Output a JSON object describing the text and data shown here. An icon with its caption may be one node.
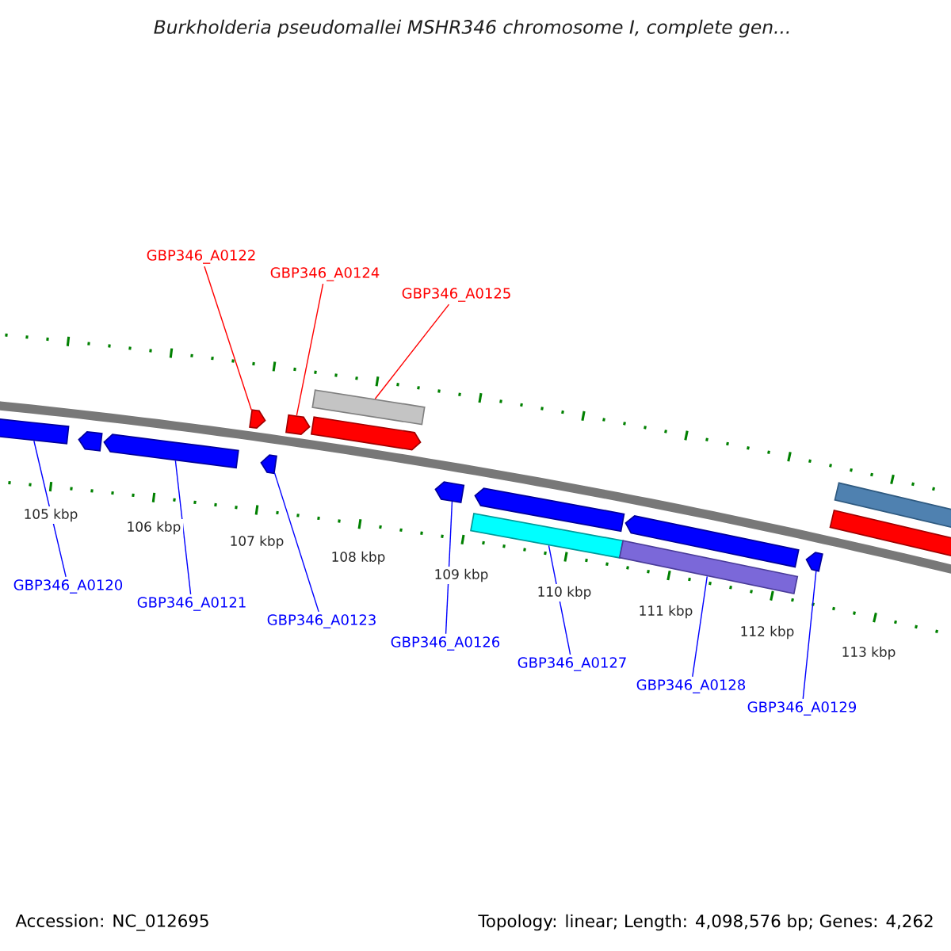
{
  "diagram": {
    "title": "*Burkholderia pseudomallei* MSHR346 chromosome I, complete gen...",
    "nodes": [
      {
        "text": [
          "GBP346_A0122"
        ]
      },
      {
        "text": [
          "GBP346_A0124"
        ]
      },
      {
        "text": [
          "GBP346_A0125"
        ]
      },
      {
        "text": [],
        "shape": "arrow"
      },
      {
        "text": [],
        "shape": "arrow"
      },
      {
        "text": [],
        "shape": "arrow"
      },
      {
        "text": [],
        "shape": "arrow"
      },
      {
        "text": [],
        "shape": "arrow"
      },
      {
        "text": [],
        "shape": "arrow"
      },
      {
        "text": [],
        "shape": "arrow"
      },
      {
        "text": [],
        "shape": "bar"
      },
      {
        "text": [],
        "shape": "arrow"
      },
      {
        "text": [],
        "shape": "bar"
      },
      {
        "text": [],
        "shape": "arrow"
      },
      {
        "text": [],
        "shape": "bar"
      },
      {
        "text": [],
        "shape": "arrow"
      },
      {
        "text": [],
        "shape": "arrow"
      },
      {
        "text": [],
        "shape": "bar"
      },
      {
        "text": [],
        "shape": "bar"
      },
      {
        "text": [
          "GBP346_A0120"
        ]
      },
      {
        "text": [
          "GBP346_A0121"
        ]
      },
      {
        "text": [
          "GBP346_A0123"
        ]
      },
      {
        "text": [
          "GBP346_A0126"
        ]
      },
      {
        "text": [
          "GBP346_A0127"
        ]
      },
      {
        "text": [
          "GBP346_A0128"
        ]
      },
      {
        "text": [
          "GBP346_A0129"
        ]
      }
    ],
    "edges": [
      {
        "from": 0,
        "to": 6,
        "arrow": "none",
        "color": "#ff0000"
      },
      {
        "from": 1,
        "to": 8,
        "arrow": "none",
        "color": "#ff0000"
      },
      {
        "from": 2,
        "to": 10,
        "arrow": "none",
        "color": "#ff0000"
      },
      {
        "from": 19,
        "to": 3,
        "arrow": "none"
      },
      {
        "from": 20,
        "to": 5,
        "arrow": "none"
      },
      {
        "from": 21,
        "to": 7,
        "arrow": "none"
      },
      {
        "from": 22,
        "to": 11,
        "arrow": "none"
      },
      {
        "from": 23,
        "to": 12,
        "arrow": "none"
      },
      {
        "from": 24,
        "to": 14,
        "arrow": "none"
      },
      {
        "from": 25,
        "to": 16,
        "arrow": "none"
      }
    ],
    "labels": [
      "105 kbp",
      "106 kbp",
      "107 kbp",
      "108 kbp",
      "109 kbp",
      "110 kbp",
      "111 kbp",
      "112 kbp",
      "113 kbp",
      "Accession: NC_012695",
      "Topology: linear; Length: 4,098,576 bp; Genes: 4,262"
    ]
  }
}
